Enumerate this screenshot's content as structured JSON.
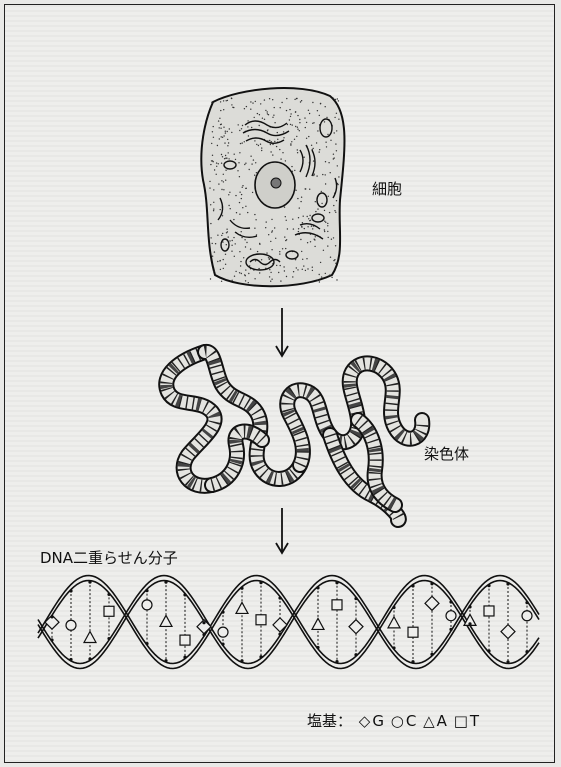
{
  "labels": {
    "cell": "細胞",
    "chromosome": "染色体",
    "dna": "DNA二重らせん分子"
  },
  "legend": {
    "title": "塩基：",
    "items": [
      {
        "symbol": "◇",
        "base": "G",
        "icon": "diamond-icon"
      },
      {
        "symbol": "○",
        "base": "C",
        "icon": "circle-icon"
      },
      {
        "symbol": "△",
        "base": "A",
        "icon": "triangle-icon"
      },
      {
        "symbol": "□",
        "base": "T",
        "icon": "square-icon"
      }
    ]
  },
  "colors": {
    "ink": "#111111",
    "background": "#eeeeec"
  }
}
